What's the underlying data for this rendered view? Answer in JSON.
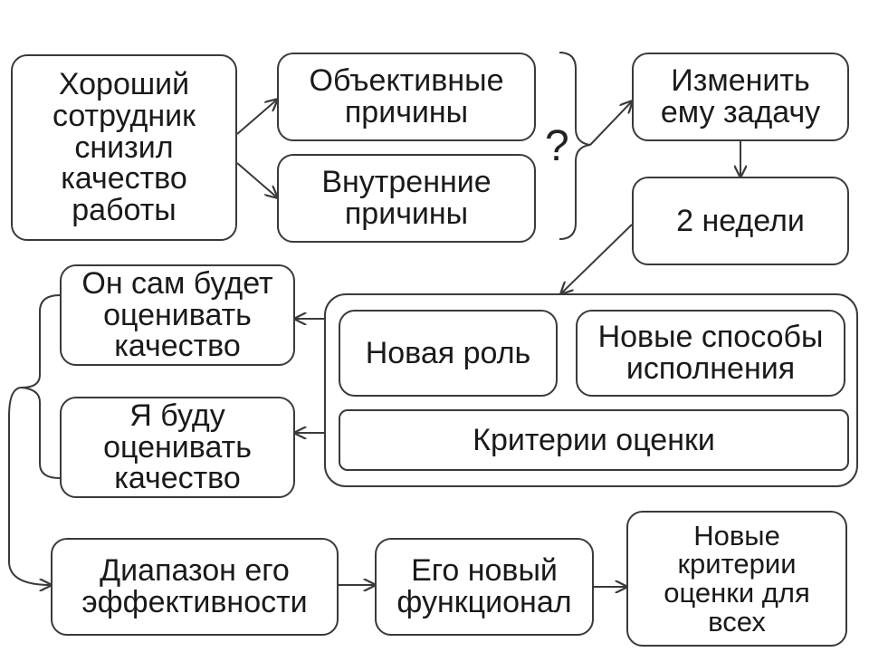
{
  "nodes": {
    "good_employee": "Хороший\nсотрудник\nснизил\nкачество\nработы",
    "objective_reasons": "Объективные\nпричины",
    "internal_reasons": "Внутренние\nпричины",
    "question_mark": "?",
    "change_task": "Изменить\nему задачу",
    "two_weeks": "2 недели",
    "self_evaluate": "Он сам будет\nоценивать\nкачество",
    "i_evaluate": "Я буду\nоценивать\nкачество",
    "new_role": "Новая роль",
    "new_methods": "Новые способы\nисполнения",
    "evaluation_criteria": "Критерии оценки",
    "efficiency_range": "Диапазон его\nэффективности",
    "new_functionality": "Его новый\nфункционал",
    "new_criteria_all": "Новые\nкритерии\nоценки для\nвсех"
  },
  "colors": {
    "stroke": "#3a3a3a",
    "text": "#1a1a1a",
    "background": "#ffffff"
  }
}
